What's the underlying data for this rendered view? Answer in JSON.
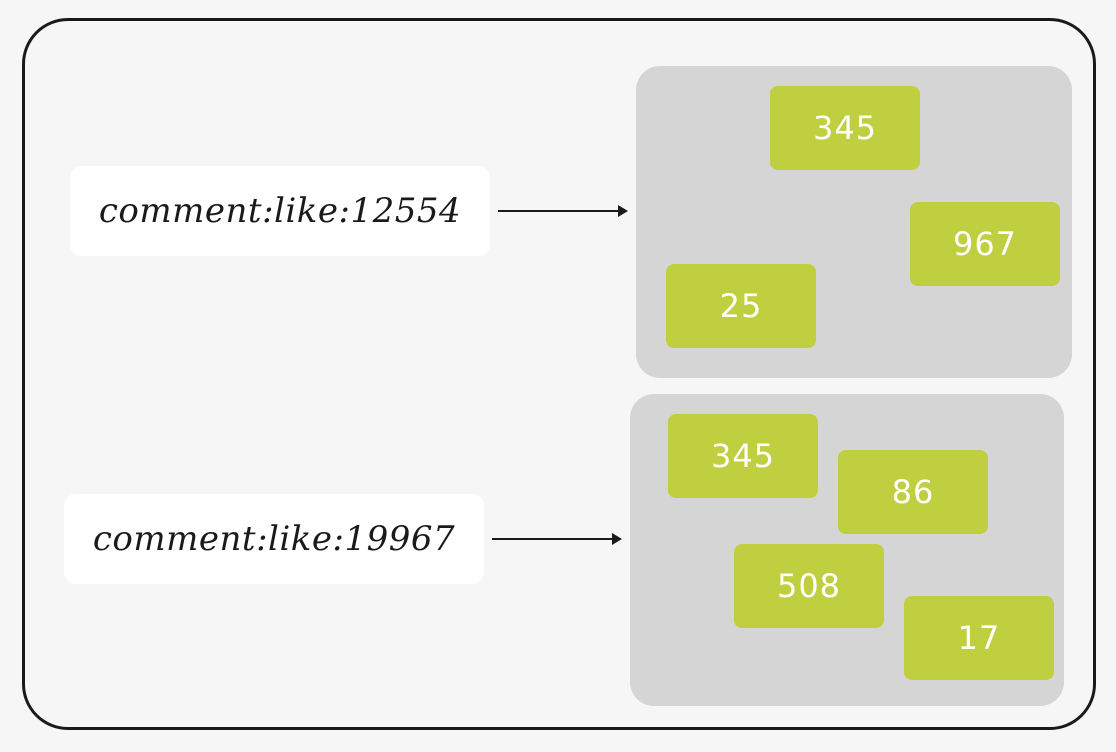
{
  "keys": [
    {
      "name": "comment:like:12554",
      "members": [
        "345",
        "967",
        "25"
      ]
    },
    {
      "name": "comment:like:19967",
      "members": [
        "345",
        "86",
        "508",
        "17"
      ]
    }
  ],
  "colors": {
    "background": "#f5f6f5",
    "set_box": "#d5d5d5",
    "member_fill": "#bfcf3f",
    "member_text": "#ffffff",
    "frame": "#1a1a1a"
  }
}
